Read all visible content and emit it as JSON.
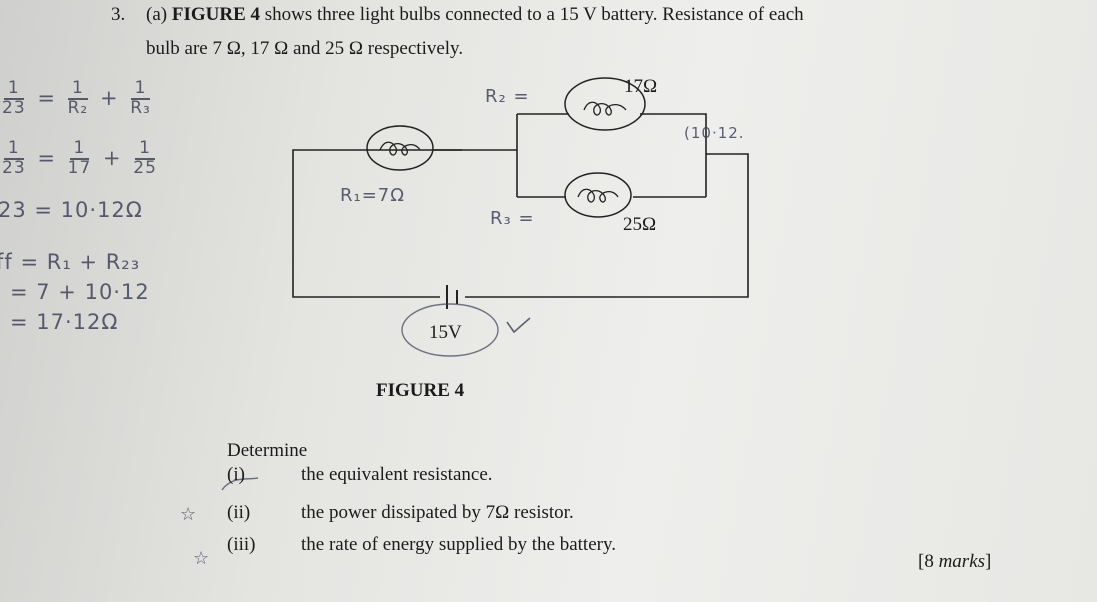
{
  "question": {
    "number": "3.",
    "part": "(a)",
    "figure_ref": "FIGURE 4",
    "line1_rest": " shows three light bulbs connected to a 15 V battery. Resistance of each",
    "line2": "bulb are 7 Ω, 17 Ω and 25 Ω respectively."
  },
  "figure": {
    "caption": "FIGURE 4",
    "labels": {
      "r2": "17Ω",
      "r3": "25Ω",
      "battery": "15V"
    }
  },
  "handwriting": {
    "r2_label": "R₂ =",
    "r1_label": "R₁=7Ω",
    "r3_label": "R₃ =",
    "parallel_value": "(10·12.",
    "line1_lhs": "23",
    "line1_rhs_a_den": "R₂",
    "line1_rhs_b_den": "R₃",
    "line2_lhs": "23",
    "line2_rhs_a_den": "17",
    "line2_rhs_b_den": "25",
    "one": "1",
    "eq": "=",
    "plus": "+",
    "line3": "23 = 10·12Ω",
    "line4": "ff = R₁ + R₂₃",
    "line5": "= 7 + 10·12",
    "line6": "= 17·12Ω",
    "tick": "✓",
    "star": "☆"
  },
  "determine": {
    "heading": "Determine",
    "items": [
      {
        "num": "(i)",
        "text": "the equivalent resistance."
      },
      {
        "num": "(ii)",
        "text": "the power dissipated by 7Ω resistor."
      },
      {
        "num": "(iii)",
        "text": "the rate of energy supplied by the battery."
      }
    ]
  },
  "marks": "[8 marks]"
}
